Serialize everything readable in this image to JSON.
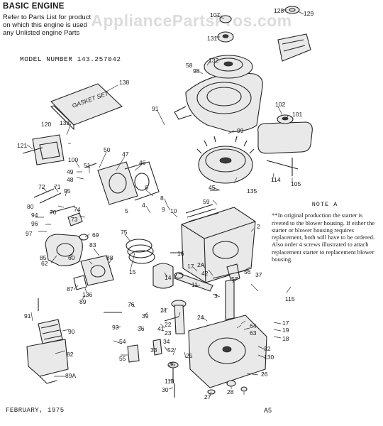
{
  "header": {
    "title": "BASIC ENGINE",
    "subtitle_lines": [
      "Refer to Parts List for product",
      "on which this engine is used",
      "any Unlisted engine Parts"
    ],
    "model_number": "MODEL NUMBER 143.257042"
  },
  "watermark": "AppliancePartsPros.com",
  "gasket_set_label": "GASKET SET",
  "note": {
    "title": "NOTE A",
    "text": "**In original production the starter is riveted to the blower housing. If either the starter or blower housing requires replacement, both will have to be ordered. Also order 4 screws illustrated to attach replacement starter to replacement blower housing."
  },
  "footer": {
    "date": "FEBRUARY, 1975",
    "page_id": "A5"
  },
  "part_numbers": [
    "107",
    "128",
    "129",
    "131",
    "132",
    "58",
    "98",
    "138",
    "91",
    "102",
    "101",
    "99",
    "120",
    "133",
    "121",
    "50",
    "47",
    "100",
    "51",
    "49",
    "48",
    "46",
    "72",
    "71",
    "95",
    "6",
    "8",
    "9",
    "80",
    "70",
    "74",
    "73",
    "94",
    "10",
    "96",
    "97",
    "69",
    "45",
    "135",
    "114",
    "105",
    "59",
    "75",
    "4",
    "5",
    "2",
    "62",
    "83",
    "16",
    "85",
    "60",
    "88",
    "15",
    "87",
    "136",
    "89",
    "14",
    "17",
    "2A",
    "42",
    "57",
    "56",
    "37",
    "115",
    "11",
    "3",
    "91",
    "90",
    "76",
    "39",
    "21",
    "22",
    "24",
    "41",
    "17",
    "19",
    "18",
    "93",
    "36",
    "23",
    "64",
    "63",
    "82",
    "89A",
    "54",
    "55",
    "34",
    "52",
    "33",
    "35",
    "25",
    "130",
    "32",
    "118",
    "30",
    "26",
    "27",
    "28"
  ]
}
